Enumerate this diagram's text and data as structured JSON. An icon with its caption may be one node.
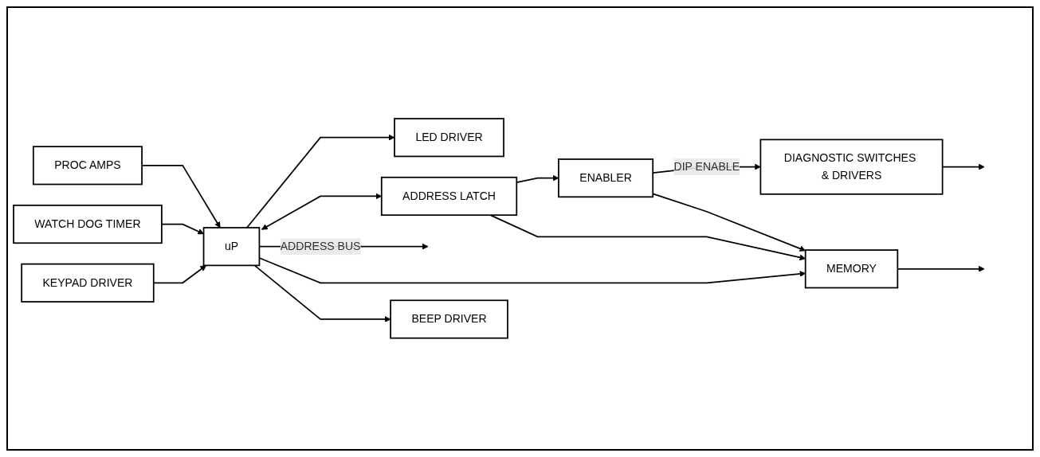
{
  "diagram": {
    "nodes": [
      {
        "text": [
          "PROC AMPS"
        ]
      },
      {
        "text": [
          "WATCH DOG TIMER"
        ]
      },
      {
        "text": [
          "KEYPAD DRIVER"
        ]
      },
      {
        "text": [
          "uP"
        ]
      },
      {
        "text": [
          "LED DRIVER"
        ]
      },
      {
        "text": [
          "ADDRESS LATCH"
        ]
      },
      {
        "text": [
          "ENABLER"
        ]
      },
      {
        "text": [
          "DIAGNOSTIC SWITCHES & DRIVERS"
        ]
      },
      {
        "text": [
          "MEMORY"
        ]
      },
      {
        "text": [
          "BEEP DRIVER"
        ]
      }
    ],
    "edges": [
      {
        "from": 0,
        "to": 3,
        "arrow": "to"
      },
      {
        "from": 1,
        "to": 3,
        "arrow": "to"
      },
      {
        "from": 2,
        "to": 3,
        "arrow": "to"
      },
      {
        "from": 3,
        "to": 4,
        "arrow": "to"
      },
      {
        "from": 3,
        "to": 5,
        "arrow": "both"
      },
      {
        "from": 3,
        "to": null,
        "arrow": "to",
        "label": "ADDRESS BUS"
      },
      {
        "from": 3,
        "to": 8,
        "arrow": "to"
      },
      {
        "from": 3,
        "to": 9,
        "arrow": "to"
      },
      {
        "from": 5,
        "to": 6,
        "arrow": "to"
      },
      {
        "from": 5,
        "to": 8,
        "arrow": "to"
      },
      {
        "from": 6,
        "to": 7,
        "arrow": "to",
        "label": "DIP ENABLE"
      },
      {
        "from": 6,
        "to": 8,
        "arrow": "to"
      },
      {
        "from": 8,
        "to": null,
        "arrow": "to"
      },
      {
        "from": 7,
        "to": null,
        "arrow": "to"
      }
    ]
  }
}
